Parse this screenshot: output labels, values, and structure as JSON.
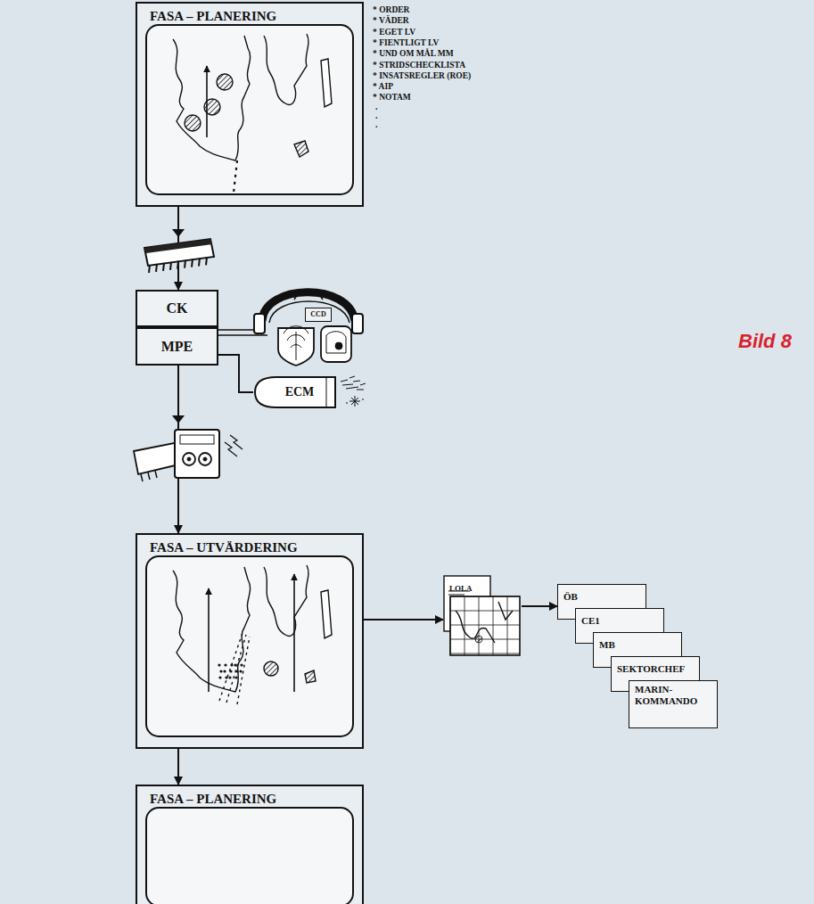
{
  "diagram": {
    "nodes": [
      {
        "text": [
          "FASA – PLANERING"
        ]
      },
      {
        "text": [
          "CK"
        ]
      },
      {
        "text": [
          "MPE"
        ]
      },
      {
        "text": [
          "CCD"
        ]
      },
      {
        "text": [
          "ECM"
        ]
      },
      {
        "text": [
          "FASA – UTVÄRDERING"
        ]
      },
      {
        "text": [
          "LOLA"
        ]
      },
      {
        "text": [
          "ÖB"
        ]
      },
      {
        "text": [
          "CE1"
        ]
      },
      {
        "text": [
          "MB"
        ]
      },
      {
        "text": [
          "SEKTORCHEF"
        ]
      },
      {
        "text": [
          "MARIN- KOMMANDO"
        ]
      },
      {
        "text": [
          "FASA – PLANERING"
        ]
      }
    ],
    "edges": [
      {
        "from": 0,
        "to": 1,
        "arrow": "to"
      },
      {
        "from": 2,
        "to": 4,
        "arrow": "none"
      },
      {
        "from": 2,
        "to": 5,
        "arrow": "to"
      },
      {
        "from": 5,
        "to": 6,
        "arrow": "to"
      },
      {
        "from": 6,
        "to": 7,
        "arrow": "to"
      },
      {
        "from": 5,
        "to": 12,
        "arrow": "to"
      }
    ],
    "labels": [
      "* ORDER",
      "* VÄDER",
      "* EGET LV",
      "* FIENTLIGT LV",
      "* UND OM MÅL MM",
      "* STRIDSCHECKLISTA",
      "* INSATSREGLER (ROE)",
      "* AIP",
      "* NOTAM",
      ".",
      ".",
      ".",
      "Bild 8"
    ]
  }
}
